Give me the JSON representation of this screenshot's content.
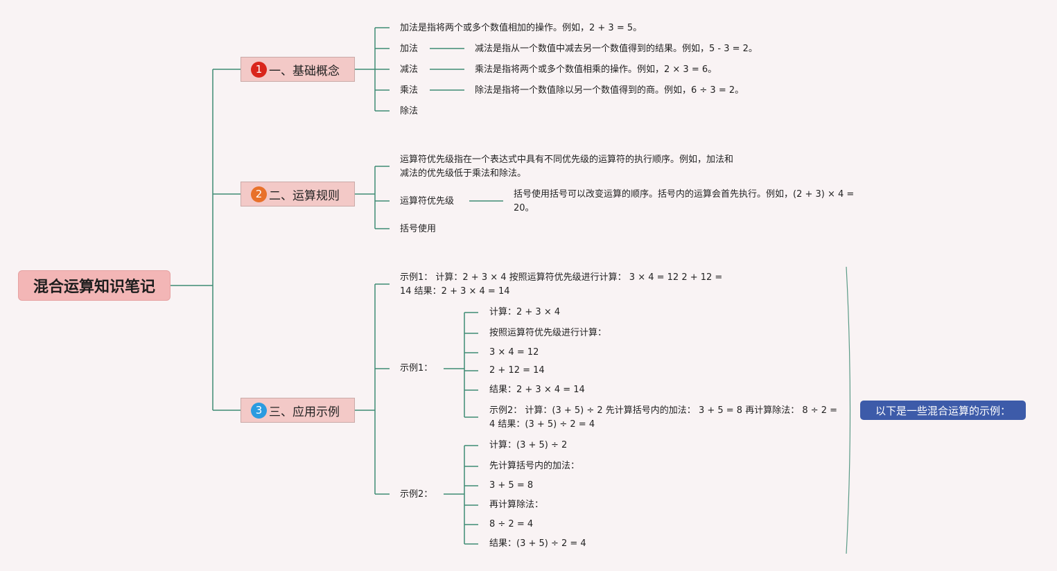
{
  "root": {
    "title": "混合运算知识笔记"
  },
  "branches": [
    {
      "num": "1",
      "color": "#d9261c",
      "title": "一、基础概念",
      "items": {
        "intro": "加法是指将两个或多个数值相加的操作。例如，2 + 3 = 5。",
        "add": "加法",
        "add_desc": "减法是指从一个数值中减去另一个数值得到的结果。例如，5 - 3 = 2。",
        "sub": "减法",
        "sub_desc": "乘法是指将两个或多个数值相乘的操作。例如，2 × 3 = 6。",
        "mul": "乘法",
        "mul_desc": "除法是指将一个数值除以另一个数值得到的商。例如，6 ÷ 3 = 2。",
        "div": "除法"
      }
    },
    {
      "num": "2",
      "color": "#e8712a",
      "title": "二、运算规则",
      "items": {
        "intro": "运算符优先级指在一个表达式中具有不同优先级的运算符的执行顺序。例如，加法和减法的优先级低于乘法和除法。",
        "priority": "运算符优先级",
        "priority_desc": "括号使用括号可以改变运算的顺序。括号内的运算会首先执行。例如，(2 + 3) × 4 = 20。",
        "brackets": "括号使用"
      }
    },
    {
      "num": "3",
      "color": "#2a9be0",
      "title": "三、应用示例",
      "items": {
        "intro": "示例1： 计算：2 + 3 × 4 按照运算符优先级进行计算： 3 × 4 = 12 2 + 12 = 14 结果：2 + 3 × 4 = 14",
        "ex1": "示例1：",
        "ex1_children": [
          "计算：2 + 3 × 4",
          "按照运算符优先级进行计算：",
          "3 × 4 = 12",
          "2 + 12 = 14",
          "结果：2 + 3 × 4 = 14",
          "示例2： 计算：(3 + 5) ÷ 2 先计算括号内的加法： 3 + 5 = 8 再计算除法： 8 ÷ 2 = 4 结果：(3 + 5) ÷ 2 = 4"
        ],
        "ex2": "示例2：",
        "ex2_children": [
          "计算：(3 + 5) ÷ 2",
          "先计算括号内的加法：",
          "3 + 5 = 8",
          "再计算除法：",
          "8 ÷ 2 = 4",
          "结果：(3 + 5) ÷ 2 = 4"
        ]
      }
    }
  ],
  "summary": "以下是一些混合运算的示例：",
  "colors": {
    "connector": "#3e8b73",
    "background": "#f9f3f4",
    "summary": "#3d5ba9"
  }
}
